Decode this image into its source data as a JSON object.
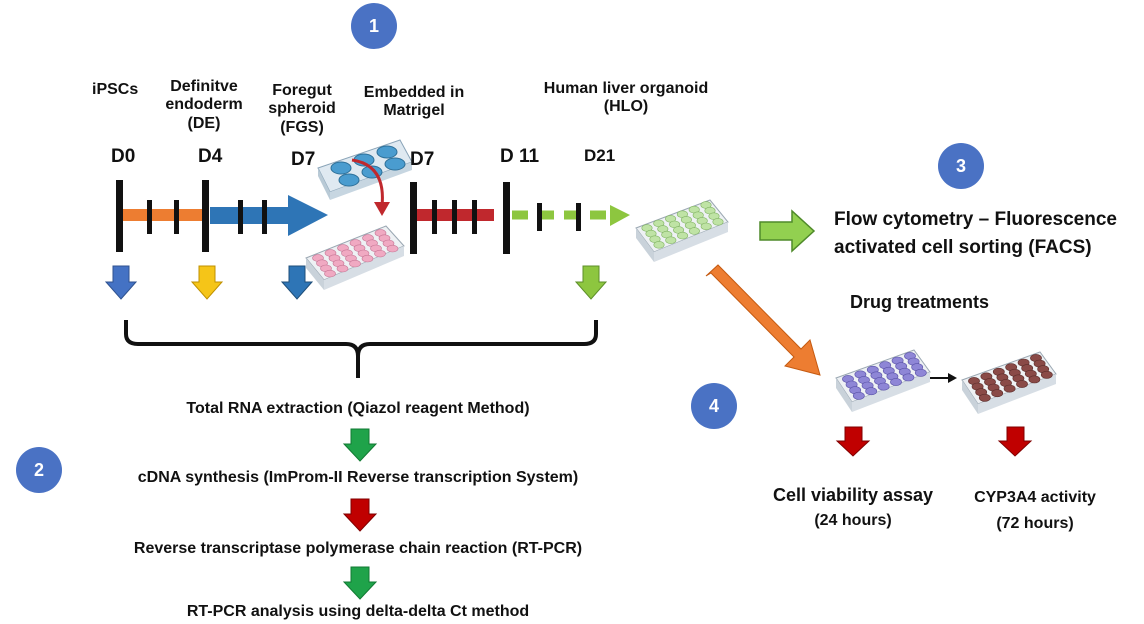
{
  "steps": [
    "1",
    "2",
    "3",
    "4"
  ],
  "stages": {
    "ipsc": "iPSCs",
    "de_line1": "Definitve",
    "de_line2": "endoderm",
    "de_line3": "(DE)",
    "fgs_line1": "Foregut",
    "fgs_line2": "spheroid",
    "fgs_line3": "(FGS)",
    "matrigel_line1": "Embedded in",
    "matrigel_line2": "Matrigel",
    "hlo_line1": "Human liver organoid",
    "hlo_line2": "(HLO)"
  },
  "days": [
    "D0",
    "D4",
    "D7",
    "D7",
    "D 11",
    "D21"
  ],
  "rna_workflow": [
    "Total RNA extraction (Qiazol reagent Method)",
    "cDNA synthesis (ImProm-II Reverse transcription System)",
    "Reverse transcriptase polymerase chain reaction (RT-PCR)",
    "RT-PCR analysis using delta-delta Ct method"
  ],
  "facs": {
    "line1": "Flow cytometry – Fluorescence",
    "line2": "activated cell sorting (FACS)"
  },
  "drug": {
    "title": "Drug treatments",
    "viability": "Cell viability assay",
    "viability_time": "(24 hours)",
    "cyp": "CYP3A4 activity",
    "cyp_time": "(72 hours)"
  },
  "colors": {
    "step_circle": "#4a72c4",
    "ipsc_arrow": "#4472c4",
    "de_arrow": "#f5c518",
    "fgs_arrow": "#2e75b6",
    "hlo_arrow": "#8dc63f",
    "orange": "#ed7d31",
    "green": "#1fa34a",
    "red": "#c00000"
  }
}
